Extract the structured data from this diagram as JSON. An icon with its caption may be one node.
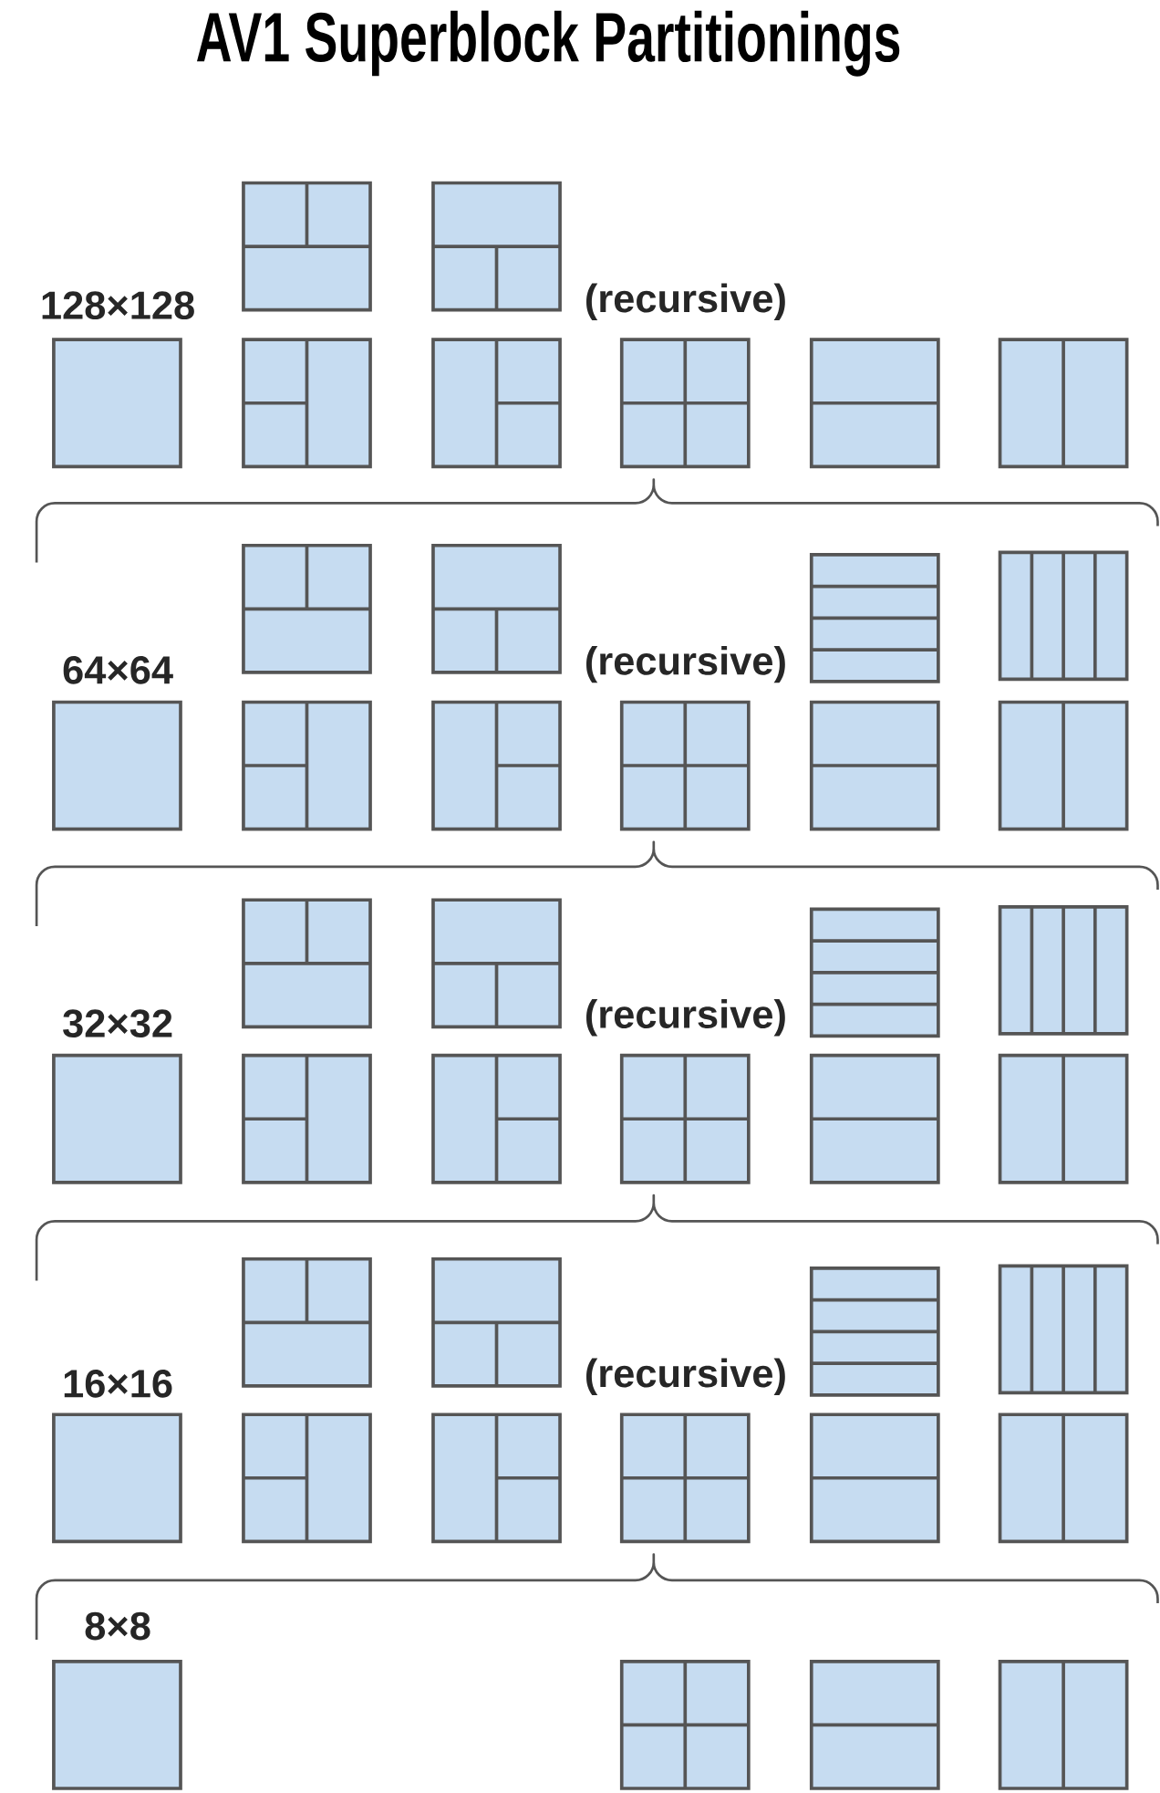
{
  "diagram": {
    "title": "AV1 Superblock Partitionings",
    "labels": [
      "128×128",
      "(recursive)",
      "64×64",
      "(recursive)",
      "32×32",
      "(recursive)",
      "16×16",
      "(recursive)",
      "8×8"
    ]
  }
}
